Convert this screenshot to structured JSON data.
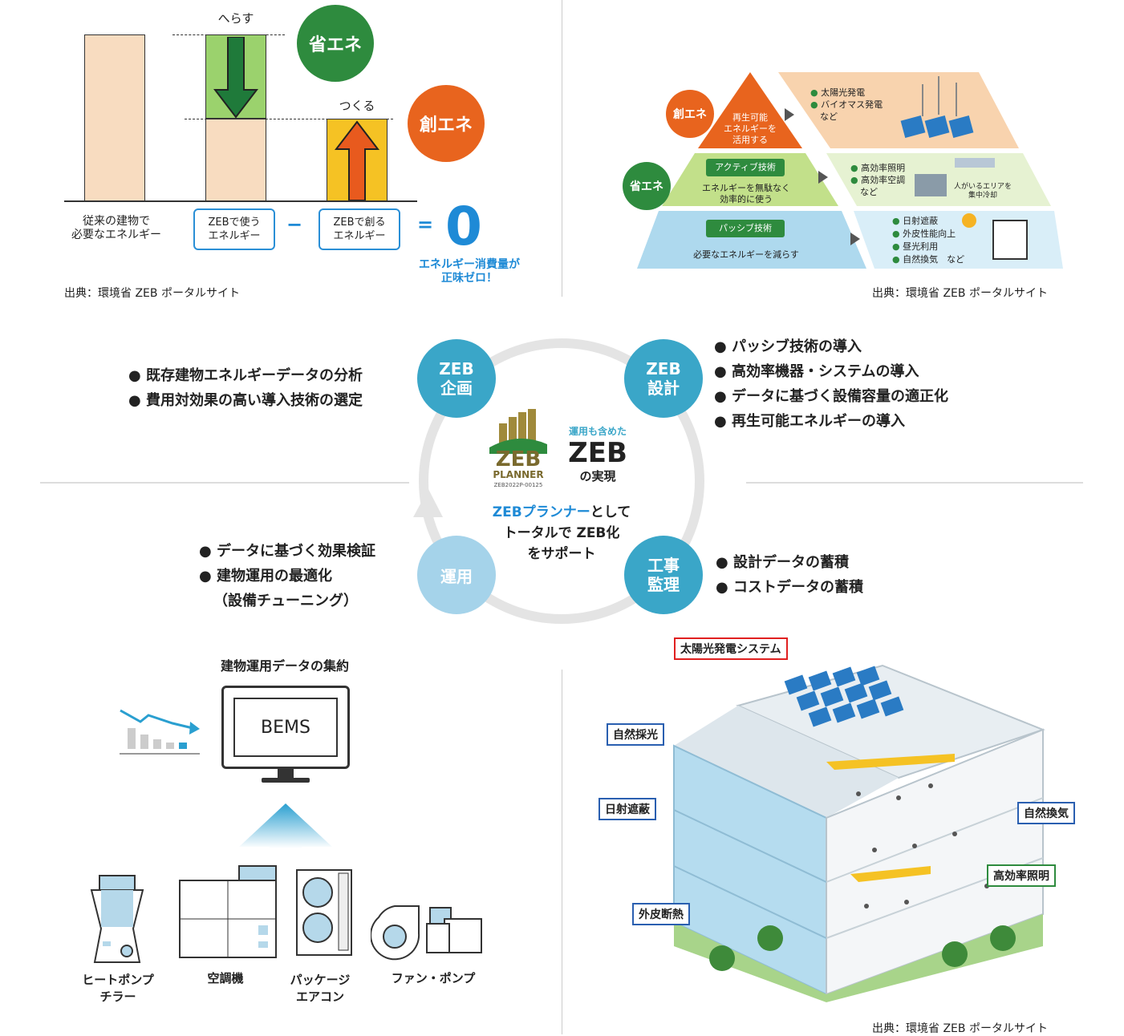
{
  "panel1": {
    "reduce": "へらす",
    "create": "つくる",
    "saving_badge": "省エネ",
    "creating_badge": "創エネ",
    "conventional": "従来の建物で\n必要なエネルギー",
    "zeb_use": "ZEBで使う\nエネルギー",
    "minus": "−",
    "zeb_create": "ZEBで創る\nエネルギー",
    "equals": "=",
    "zero": "0",
    "net_zero": "エネルギー消費量が\n正味ゼロ！",
    "source": "出典：環境省 ZEB ポータルサイト"
  },
  "panel2": {
    "creating_badge": "創エネ",
    "saving_badge": "省エネ",
    "top": "再生可能\nエネルギーを\n活用する",
    "active_label": "アクティブ技術",
    "active_desc": "エネルギーを無駄なく\n効率的に使う",
    "passive_label": "パッシブ技術",
    "passive_desc": "必要なエネルギーを減らす",
    "right_top": [
      "太陽光発電",
      "バイオマス発電"
    ],
    "right_top_etc": "など",
    "right_mid": [
      "高効率照明",
      "高効率空調"
    ],
    "right_mid_etc": "など",
    "right_mid_note": "人がいるエリアを\n集中冷却",
    "right_bot": [
      "日射遮蔽",
      "外皮性能向上",
      "昼光利用",
      "自然換気　など"
    ],
    "source": "出典：環境省 ZEB ポータルサイト"
  },
  "cycle": {
    "plan": "ZEB\n企画",
    "design": "ZEB\n設計",
    "operate": "運用",
    "supervise": "工事\n監理",
    "plan_items": [
      "既存建物エネルギーデータの分析",
      "費用対効果の高い導入技術の選定"
    ],
    "design_items": [
      "パッシブ技術の導入",
      "高効率機器・システムの導入",
      "データに基づく設備容量の適正化",
      "再生可能エネルギーの導入"
    ],
    "operate_items": [
      "データに基づく効果検証",
      "建物運用の最適化",
      "（設備チューニング）"
    ],
    "supervise_items": [
      "設計データの蓄積",
      "コストデータの蓄積"
    ],
    "logo_zeb": "ZEB",
    "logo_planner": "PLANNER",
    "logo_code": "ZEB2022P-00125",
    "center_small": "運用も含めた",
    "center_big": "ZEB",
    "center_sub": "の実現",
    "center_bottom_blue": "ZEBプランナー",
    "center_bottom_1": "として",
    "center_bottom_2": "トータルで ZEB化",
    "center_bottom_3": "をサポート"
  },
  "panel3": {
    "title": "建物運用データの集約",
    "bems": "BEMS",
    "chiller": "ヒートポンプ\nチラー",
    "aircon": "空調機",
    "package": "パッケージ\nエアコン",
    "fanpump": "ファン・ポンプ"
  },
  "panel4": {
    "solar": "太陽光発電システム",
    "daylight": "自然採光",
    "shading": "日射遮蔽",
    "ventilation": "自然換気",
    "lighting": "高効率照明",
    "insulation": "外皮断熱",
    "source": "出典：環境省 ZEB ポータルサイト"
  },
  "colors": {
    "green": "#2e8b3e",
    "orange": "#e8641e",
    "teal": "#3aa6c8",
    "lightblue": "#8fcbe4",
    "blue": "#1e8ad6"
  }
}
